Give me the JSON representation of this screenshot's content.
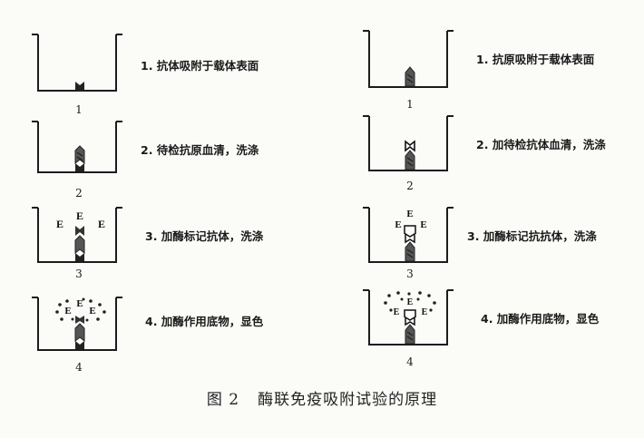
{
  "left_panel": {
    "steps": [
      {
        "number": "1",
        "label": "1. 抗体吸附于载体表面"
      },
      {
        "number": "2",
        "label": "2. 待检抗原血清，洗涤"
      },
      {
        "number": "3",
        "label": "3. 加酶标记抗体，洗涤",
        "enzyme_letters": [
          "E",
          "E",
          "E"
        ]
      },
      {
        "number": "4",
        "label": "4. 加酶作用底物，显色",
        "enzyme_letters": [
          "E",
          "E",
          "E"
        ]
      }
    ]
  },
  "right_panel": {
    "steps": [
      {
        "number": "1",
        "label": "1. 抗原吸附于载体表面"
      },
      {
        "number": "2",
        "label": "2. 加待检抗体血清，洗涤"
      },
      {
        "number": "3",
        "label": "3. 加酶标记抗抗体，洗涤",
        "enzyme_letters": [
          "E",
          "E",
          "E"
        ]
      },
      {
        "number": "4",
        "label": "4. 加酶作用底物，显色",
        "enzyme_letters": [
          "E",
          "E",
          "E"
        ]
      }
    ]
  },
  "caption": {
    "figure_number": "图 2",
    "title": "酶联免疫吸附试验的原理"
  },
  "colors": {
    "ink": "#1c1c1c",
    "background": "#fbfbf8"
  }
}
